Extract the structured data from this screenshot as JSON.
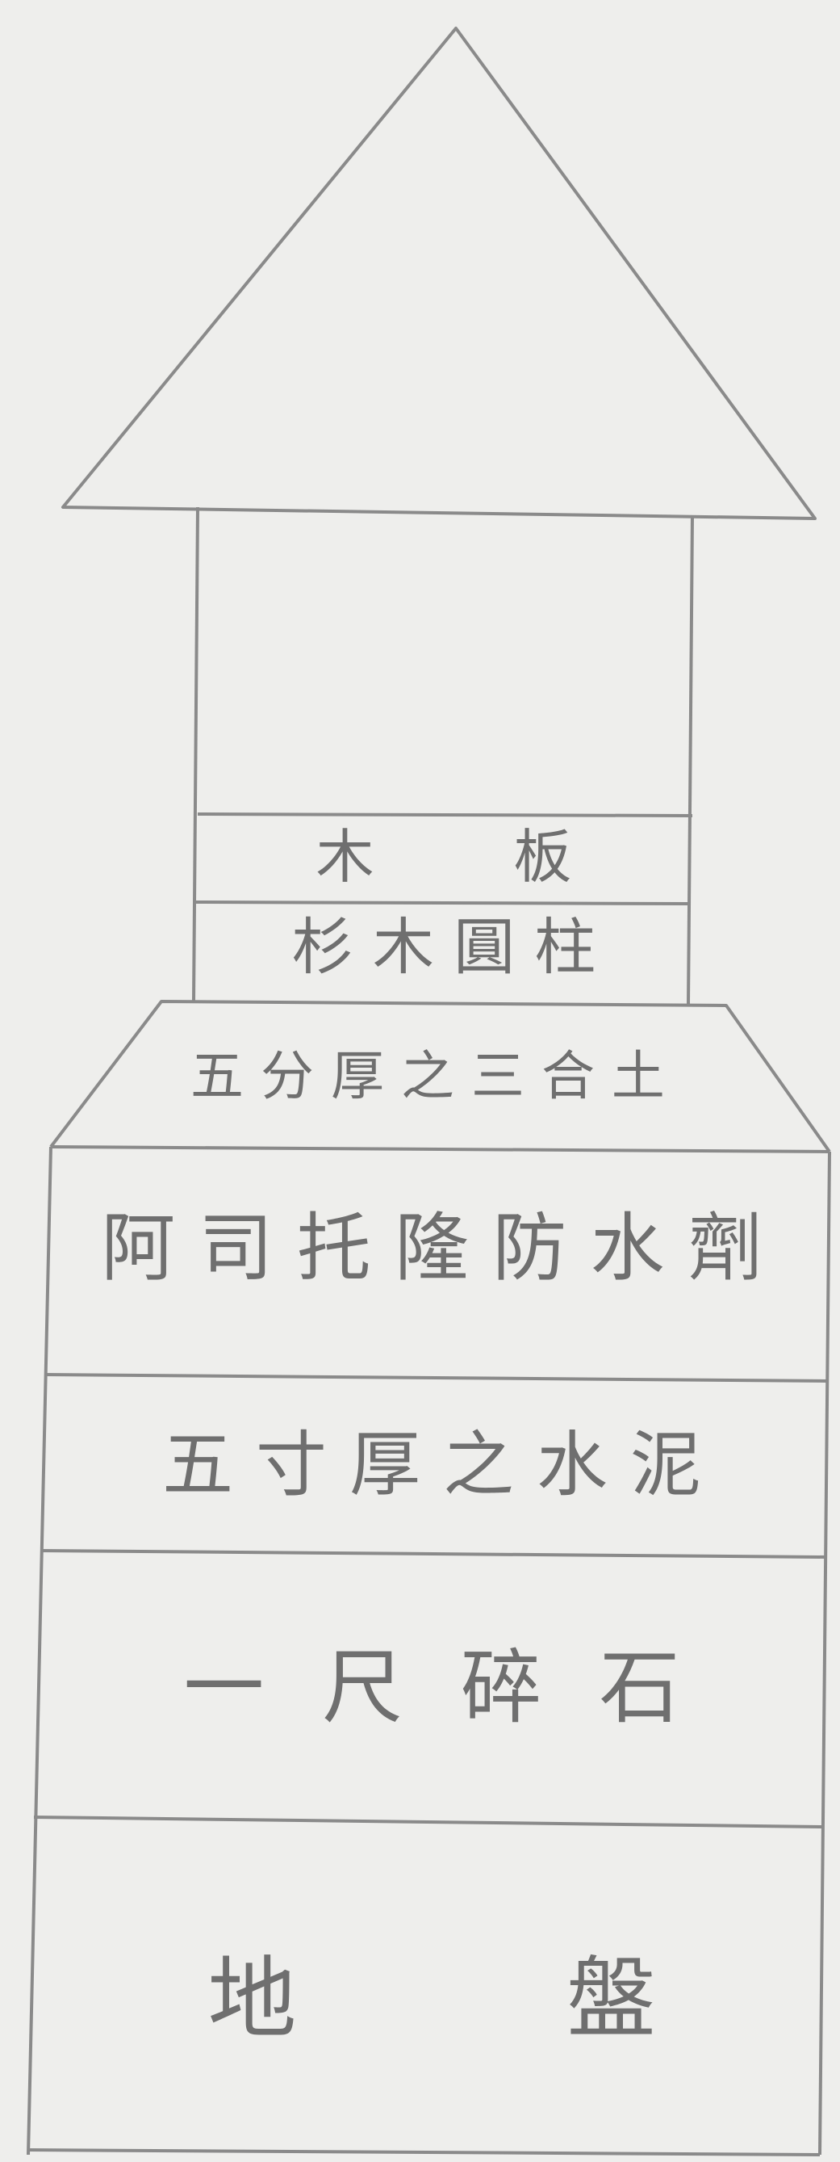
{
  "layers": {
    "roof": "",
    "board": "木 板",
    "post": "杉 木 圓 柱",
    "lime_soil": "五 分 厚 之 三 合 土",
    "waterproofing": "阿 司 托 隆 防 水 劑",
    "cement": "五 寸 厚 之 水 泥",
    "rubble": "一 尺 碎 石",
    "ground": "地 盤"
  },
  "colors": {
    "paper": "#eeeeec",
    "line": "#8a8a8a",
    "text": "#6f6f6f"
  }
}
